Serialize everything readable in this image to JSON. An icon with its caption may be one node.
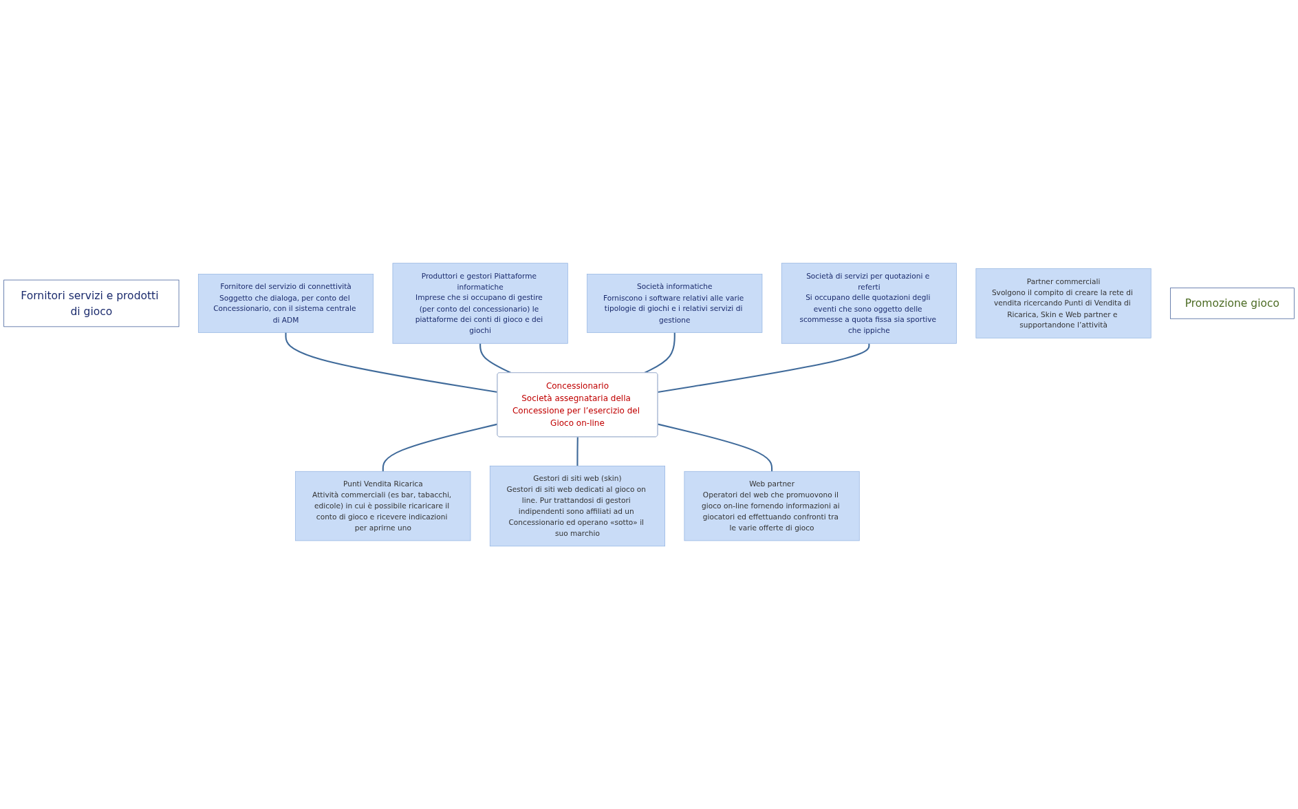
{
  "diagram": {
    "nodes": [
      {
        "text": [
          "Fornitori servizi e prodotti di gioco"
        ]
      },
      {
        "text": [
          "Produttori e gestori Piattaforme informatiche",
          "Imprese che si occupano di gestire (per conto del concessionario) le piattaforme dei conti di gioco e dei giochi"
        ]
      },
      {
        "text": [
          "Società informatiche",
          "Forniscono i software relativi alle varie tipologie di giochi e i relativi servizi di gestione"
        ]
      },
      {
        "text": [
          "Fornitore del servizio di connettività",
          "Soggetto che dialoga, per conto del Concessionario, con il sistema centrale di ADM"
        ]
      },
      {
        "text": [
          "Società di servizi per quotazioni e referti",
          "Si occupano delle quotazioni degli eventi che sono oggetto delle scommesse a quota fissa sia sportive che ippiche"
        ]
      },
      {
        "text": [
          "Concessionario",
          "Società assegnataria della Concessione per l’esercizio del Gioco on-line"
        ]
      },
      {
        "text": [
          "Punti Vendita Ricarica",
          "Attività commerciali (es bar, tabacchi, edicole) in cui è possibile ricaricare il conto di gioco e ricevere indicazioni per aprirne uno"
        ]
      },
      {
        "text": [
          "Partner commerciali",
          "Svolgono il compito di creare la rete di vendita ricercando Punti di Vendita di Ricarica, Skin e Web partner e supportandone l’attività"
        ]
      },
      {
        "text": [
          "Gestori di siti web (skin)",
          "Gestori di siti web dedicati al gioco on line. Pur trattandosi di gestori indipendenti sono affiliati ad un Concessionario ed operano «sotto» il suo marchio"
        ]
      },
      {
        "text": [
          "Web partner",
          "Operatori del web che promuovono il gioco on-line fornendo informazioni ai giocatori ed effettuando confronti tra le varie offerte di gioco"
        ]
      },
      {
        "text": [
          "Promozione gioco"
        ]
      }
    ],
    "edges": [
      {
        "from": 3,
        "to": 5,
        "arrow": "none"
      },
      {
        "from": 1,
        "to": 5,
        "arrow": "none"
      },
      {
        "from": 2,
        "to": 5,
        "arrow": "none"
      },
      {
        "from": 4,
        "to": 5,
        "arrow": "none"
      },
      {
        "from": 5,
        "to": 6,
        "arrow": "none"
      },
      {
        "from": 5,
        "to": 8,
        "arrow": "none"
      },
      {
        "from": 5,
        "to": 9,
        "arrow": "none"
      }
    ]
  }
}
